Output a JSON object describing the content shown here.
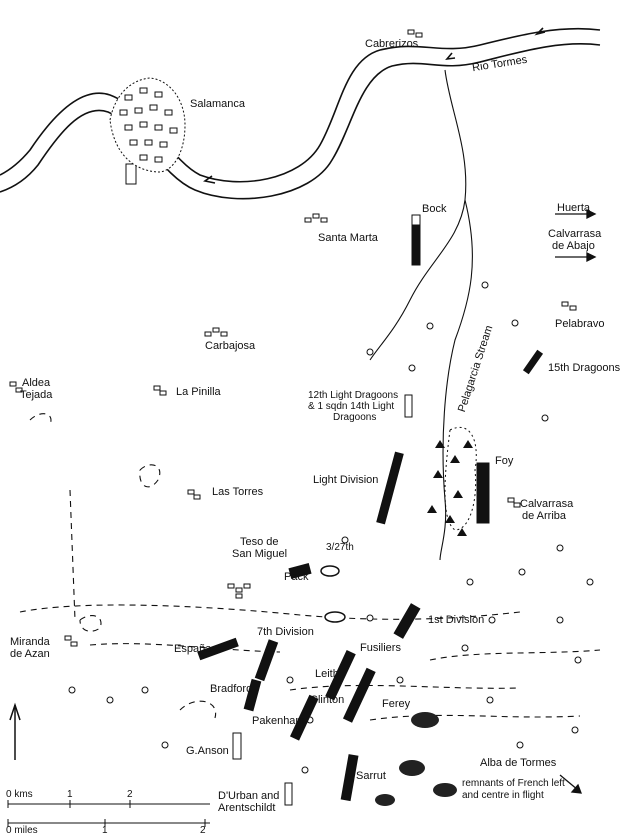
{
  "places": {
    "cabrerizos": "Cabrerizos",
    "salamanca": "Salamanca",
    "rio_tormes": "Rio Tormes",
    "santa_marta": "Santa Marta",
    "huerta": "Huerta",
    "calvarrasa_abajo_1": "Calvarrasa",
    "calvarrasa_abajo_2": "de Abajo",
    "pelabravo": "Pelabravo",
    "carbajosa": "Carbajosa",
    "aldea_tejada_1": "Aldea",
    "aldea_tejada_2": "Tejada",
    "la_pinilla": "La Pinilla",
    "las_torres": "Las Torres",
    "teso_1": "Teso de",
    "teso_2": "San Miguel",
    "miranda_1": "Miranda",
    "miranda_2": "de Azan",
    "calvarrasa_arriba_1": "Calvarrasa",
    "calvarrasa_arriba_2": "de Arriba",
    "alba_de_tormes": "Alba de Tormes",
    "pelagarcia_stream": "Pelagarcia Stream"
  },
  "units": {
    "bock": "Bock",
    "dragoons15": "15th Dragoons",
    "light_dragoons_1": "12th Light Dragoons",
    "light_dragoons_2": "& 1 sqdn 14th Light",
    "light_dragoons_3": "Dragoons",
    "light_division": "Light Division",
    "foy": "Foy",
    "r327": "3/27th",
    "pack": "Pack",
    "seventh_division": "7th Division",
    "espana": "España",
    "first_division": "1st Division",
    "fusiliers": "Fusiliers",
    "leith": "Leith",
    "bradford": "Bradford",
    "clinton": "Clinton",
    "ferey": "Ferey",
    "pakenham": "Pakenham",
    "ganson": "G.Anson",
    "sarrut": "Sarrut",
    "durban_1": "D'Urban and",
    "durban_2": "Arentschildt",
    "remnants_1": "remnants of French left",
    "remnants_2": "and centre in flight"
  },
  "scale": {
    "kms_label": "0 kms",
    "kms_1": "1",
    "kms_2": "2",
    "miles_label": "0 miles",
    "miles_1": "1",
    "miles_2": "2"
  },
  "colors": {
    "ink": "#111111",
    "paper": "#ffffff"
  },
  "icons": [
    "north-arrow-icon",
    "village-block-icon",
    "tree-icon",
    "unit-block-icon"
  ]
}
